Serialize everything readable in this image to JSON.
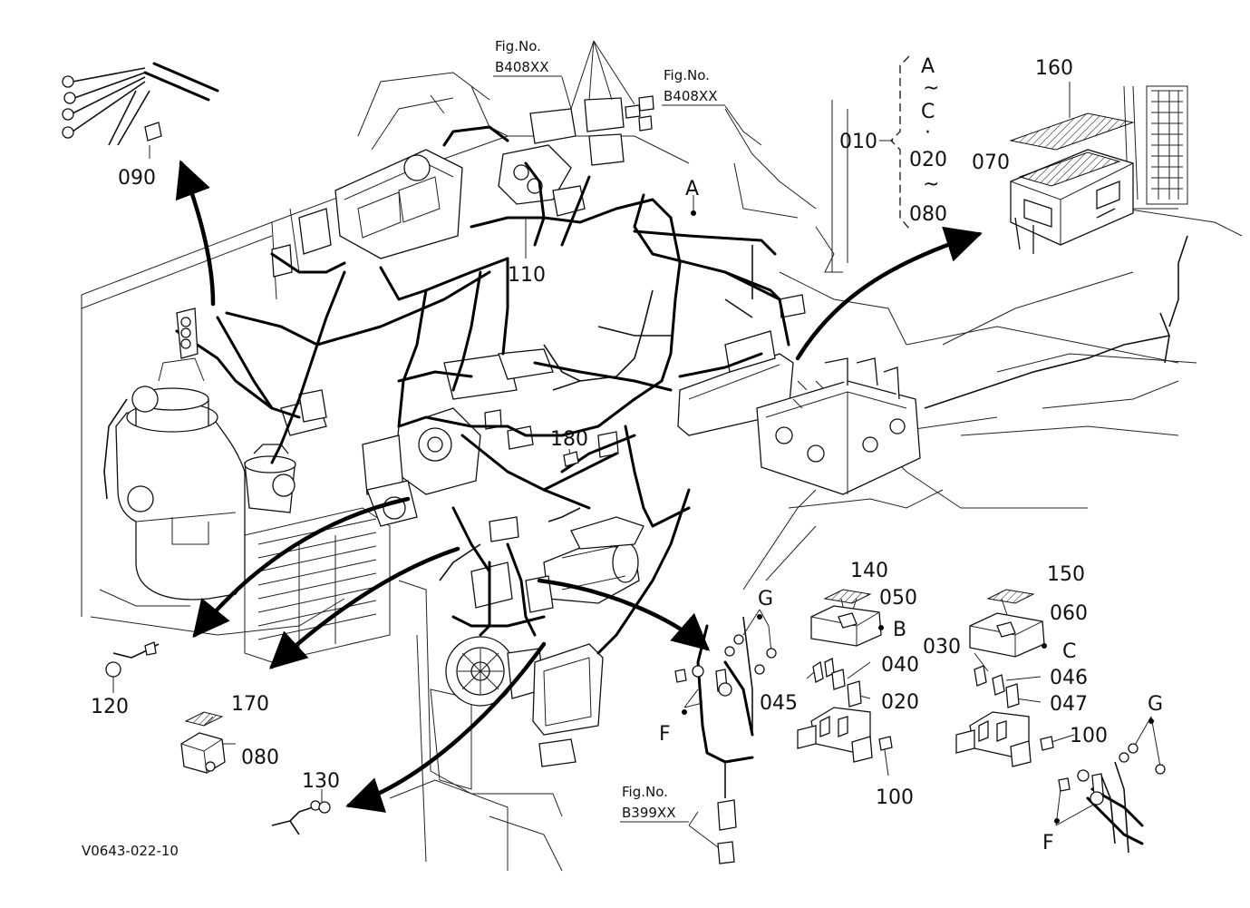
{
  "figure_code": "V0643-022-10",
  "refs": {
    "top_left": {
      "line1": "Fig.No.",
      "line2": "B408XX"
    },
    "top_mid": {
      "line1": "Fig.No.",
      "line2": "B408XX"
    },
    "bottom": {
      "line1": "Fig.No.",
      "line2": "B399XX"
    }
  },
  "bracket_group": {
    "main": "010",
    "items": [
      "A",
      "~",
      "C",
      "·",
      "020",
      "~",
      "080"
    ]
  },
  "part_labels": {
    "p090": "090",
    "p110": "110",
    "p180": "180",
    "p120": "120",
    "p170": "170",
    "p080": "080",
    "p130": "130",
    "p160": "160",
    "p070": "070",
    "p140": "140",
    "p050": "050",
    "p150": "150",
    "p060": "060",
    "p030": "030",
    "p040": "040",
    "p045": "045",
    "p020": "020",
    "p046": "046",
    "p047": "047",
    "p100a": "100",
    "p100b": "100"
  },
  "letter_labels": {
    "A": "A",
    "B": "B",
    "C": "C",
    "G1": "G",
    "F1": "F",
    "G2": "G",
    "F2": "F"
  }
}
